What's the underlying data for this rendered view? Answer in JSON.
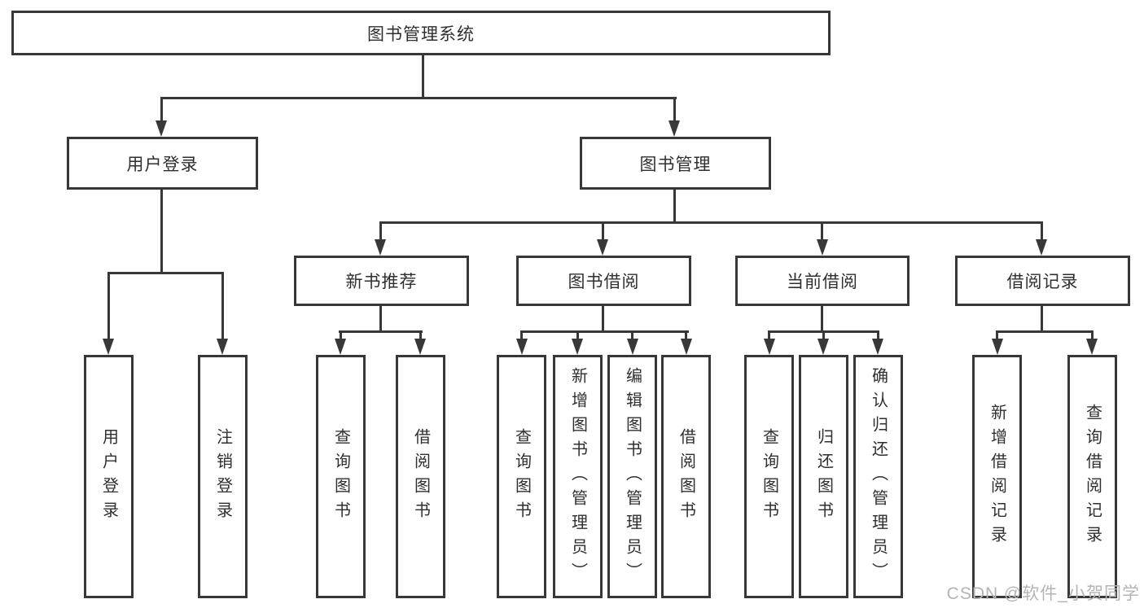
{
  "tree": {
    "root": {
      "label": "图书管理系统"
    },
    "branches": [
      {
        "label": "用户登录",
        "children": [
          {
            "label": "用户登录"
          },
          {
            "label": "注销登录"
          }
        ]
      },
      {
        "label": "图书管理",
        "children": [
          {
            "label": "新书推荐",
            "children": [
              {
                "label": "查询图书"
              },
              {
                "label": "借阅图书"
              }
            ]
          },
          {
            "label": "图书借阅",
            "children": [
              {
                "label": "查询图书"
              },
              {
                "label": "新增图书（管理员）"
              },
              {
                "label": "编辑图书（管理员）"
              },
              {
                "label": "借阅图书"
              }
            ]
          },
          {
            "label": "当前借阅",
            "children": [
              {
                "label": "查询图书"
              },
              {
                "label": "归还图书"
              },
              {
                "label": "确认归还（管理员）"
              }
            ]
          },
          {
            "label": "借阅记录",
            "children": [
              {
                "label": "新增借阅记录"
              },
              {
                "label": "查询借阅记录"
              }
            ]
          }
        ]
      }
    ]
  },
  "watermark": {
    "text": "CSDN @软件_小贺同学"
  },
  "colors": {
    "line": "#383838",
    "text": "#2f2f2f",
    "watermark": "#b4b4b4",
    "background": "#ffffff"
  }
}
